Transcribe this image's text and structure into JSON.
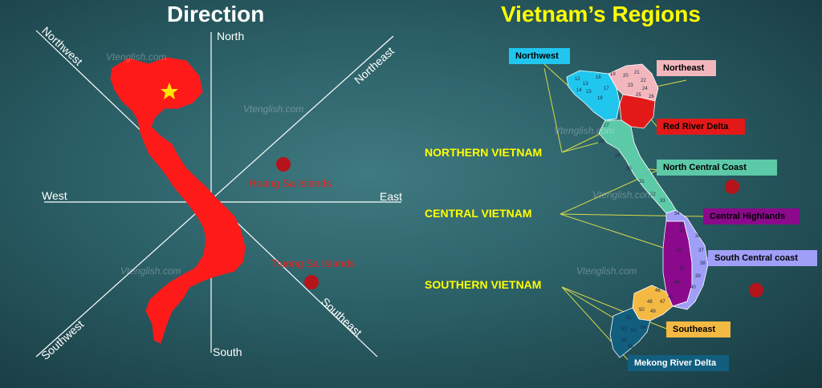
{
  "left": {
    "title": "Direction",
    "directions": {
      "north": "North",
      "south": "South",
      "east": "East",
      "west": "West",
      "northwest": "Northwest",
      "northeast": "Northeast",
      "southwest": "Southwest",
      "southeast": "Southeast"
    },
    "islands": {
      "hoang_sa": "Hoang Sa Islands",
      "truong_sa": "Truong Sa Islands"
    },
    "watermark": "Vtenglish.com"
  },
  "right": {
    "title": "Vietnam’s Regions",
    "groups": {
      "northern": "NORTHERN VIETNAM",
      "central": "CENTRAL VIETNAM",
      "southern": "SOUTHERN VIETNAM"
    },
    "regions": [
      {
        "label": "Northwest",
        "color": "#21c6ee",
        "text_color": "#000000"
      },
      {
        "label": "Northeast",
        "color": "#f2b7bd",
        "text_color": "#000000"
      },
      {
        "label": "Red River Delta",
        "color": "#e31919",
        "text_color": "#000000"
      },
      {
        "label": "North Central Coast",
        "color": "#5cc9a7",
        "text_color": "#000000"
      },
      {
        "label": "Central Highlands",
        "color": "#8b0a8b",
        "text_color": "#000000"
      },
      {
        "label": "South Central coast",
        "color": "#9f9ff8",
        "text_color": "#000000"
      },
      {
        "label": "Southeast",
        "color": "#f4b942",
        "text_color": "#000000"
      },
      {
        "label": "Mekong River Delta",
        "color": "#125e7f",
        "text_color": "#ffffff"
      }
    ],
    "province_numbers": [
      "12",
      "13",
      "14",
      "15",
      "16",
      "17",
      "18",
      "19",
      "20",
      "21",
      "22",
      "23",
      "24",
      "25",
      "26",
      "27",
      "28",
      "29",
      "30",
      "31",
      "32",
      "33",
      "34",
      "35",
      "36",
      "37",
      "38",
      "39",
      "40",
      "41",
      "42",
      "43",
      "44",
      "45",
      "46",
      "47",
      "48",
      "49",
      "50",
      "51",
      "52",
      "53",
      "54",
      "55",
      "56"
    ],
    "watermark": "Vtenglish.com"
  },
  "colors": {
    "map_red": "#ff1a1a",
    "star": "#ffe600",
    "island_dot": "#b4141a",
    "title_yellow": "#ffff00"
  }
}
